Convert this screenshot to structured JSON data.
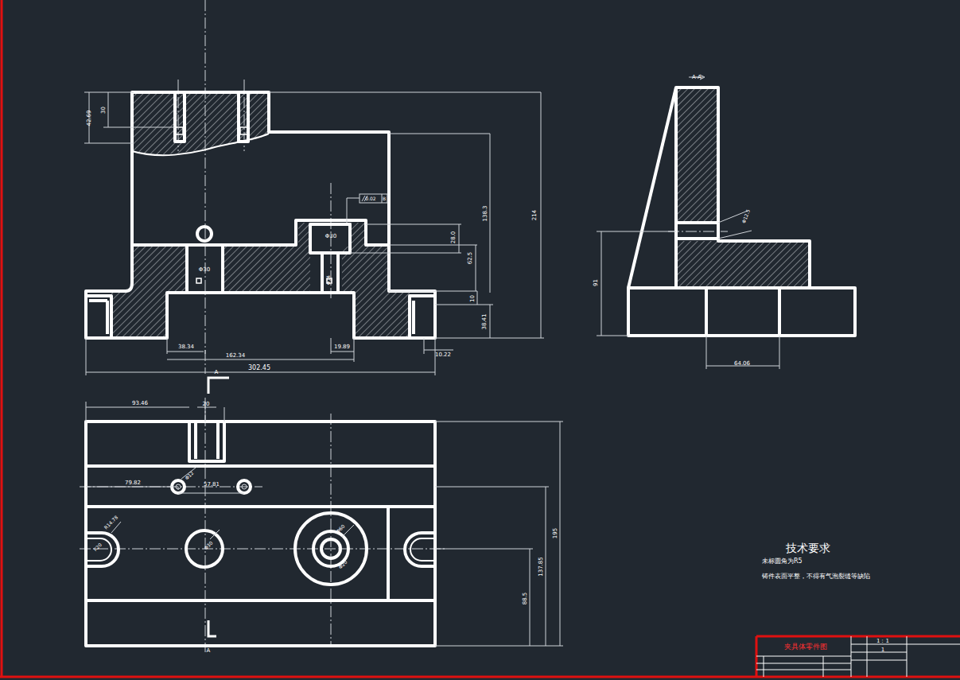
{
  "diagram": {
    "title": "夹具体零件图",
    "labels": [
      "42.69",
      "30",
      "0.02",
      "B",
      "138.3",
      "214",
      "28.0",
      "Φ30",
      "62.5",
      "Φ30",
      "Φ14",
      "10",
      "38.41",
      "38.34",
      "162.34",
      "19.89",
      "10.22",
      "302.45",
      "A",
      "A-A",
      "Φ12.5",
      "91",
      "64.06",
      "93.46",
      "20",
      "79.82",
      "57.81",
      "Φ12",
      "R14.78",
      "R20",
      "Φ30",
      "Φ60",
      "Φ20",
      "137.85",
      "88.5",
      "195",
      "A",
      "技术要求",
      "未标圆角为R5",
      "铸件表面平整，不得有气泡裂缝等缺陷",
      "1：1",
      "1"
    ]
  }
}
